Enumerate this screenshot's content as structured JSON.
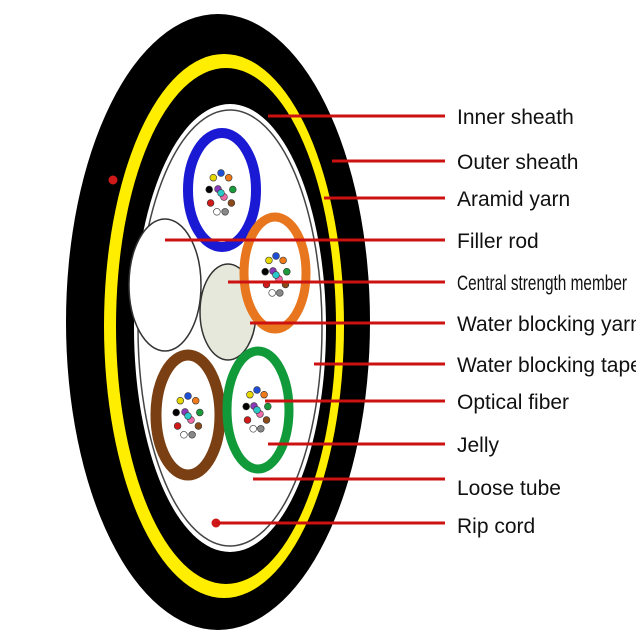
{
  "labels": {
    "inner_sheath": "Inner sheath",
    "outer_sheath": "Outer sheath",
    "aramid_yarn": "Aramid yarn",
    "filler_rod": "Filler rod",
    "central_strength_member": "Central strength member",
    "water_blocking_yarn": "Water blocking yarn",
    "water_blocking_tape": "Water blocking tape",
    "optical_fiber": "Optical fiber",
    "jelly": "Jelly",
    "loose_tube": "Loose tube",
    "rip_cord": "Rip cord"
  },
  "colors": {
    "outer_sheath": "#000000",
    "aramid_yarn": "#ffee00",
    "inner_sheath": "#000000",
    "leader_line": "#cc1111",
    "tube_blue": "#1a1ad4",
    "tube_orange": "#e8761e",
    "tube_brown": "#7a3f12",
    "tube_green": "#109a3a",
    "filler": "#ffffff",
    "central_member": "#e6e8dc"
  },
  "fiber_colors": [
    "#1f4fd6",
    "#f07a1a",
    "#1a9a3a",
    "#8a4a1a",
    "#888888",
    "#ffffff",
    "#d01a1a",
    "#000000",
    "#e6d800",
    "#8a3ab8",
    "#ee6aa8",
    "#2ac8c8"
  ]
}
